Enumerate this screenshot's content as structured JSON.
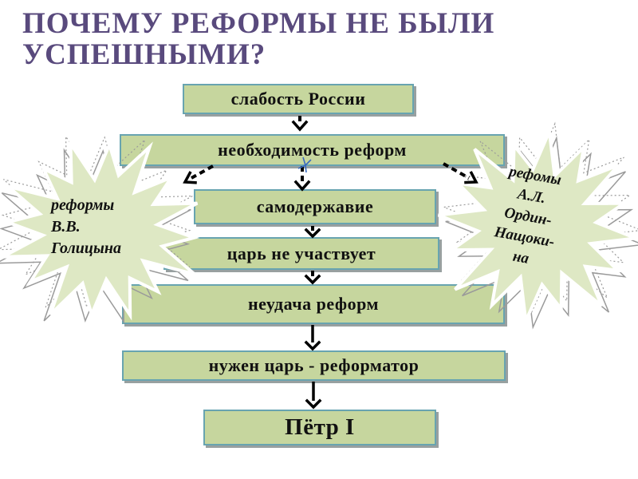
{
  "title": {
    "lines": [
      "ПОЧЕМУ РЕФОРМЫ НЕ БЫЛИ",
      "УСПЕШНЫМИ?"
    ]
  },
  "flowchart": {
    "steps": [
      {
        "label": "слабость России"
      },
      {
        "label": "необходимость реформ"
      },
      {
        "label": "самодержавие"
      },
      {
        "label": "царь не участвует"
      },
      {
        "label": "неудача реформ"
      },
      {
        "label": "нужен царь - реформатор"
      },
      {
        "label": "Пётр I"
      }
    ]
  },
  "side_bursts": {
    "left": {
      "lines": [
        "реформы",
        "В.В.",
        "Голицына"
      ]
    },
    "right": {
      "lines": [
        "рефомы",
        "А.Л.",
        "Ордин-",
        "Нащоки-",
        "на"
      ]
    }
  },
  "colors": {
    "background": "#ffffff",
    "title_text": "#594a7d",
    "box_fill": "#c6d69e",
    "box_border": "#68a4b0",
    "box_shadow": "#98a0a0",
    "star_fill": "#dee8c4",
    "star_outline": "#ffffff",
    "body_text": "#111111",
    "arrow": "#000000",
    "scribble": "#3a6bbf"
  }
}
